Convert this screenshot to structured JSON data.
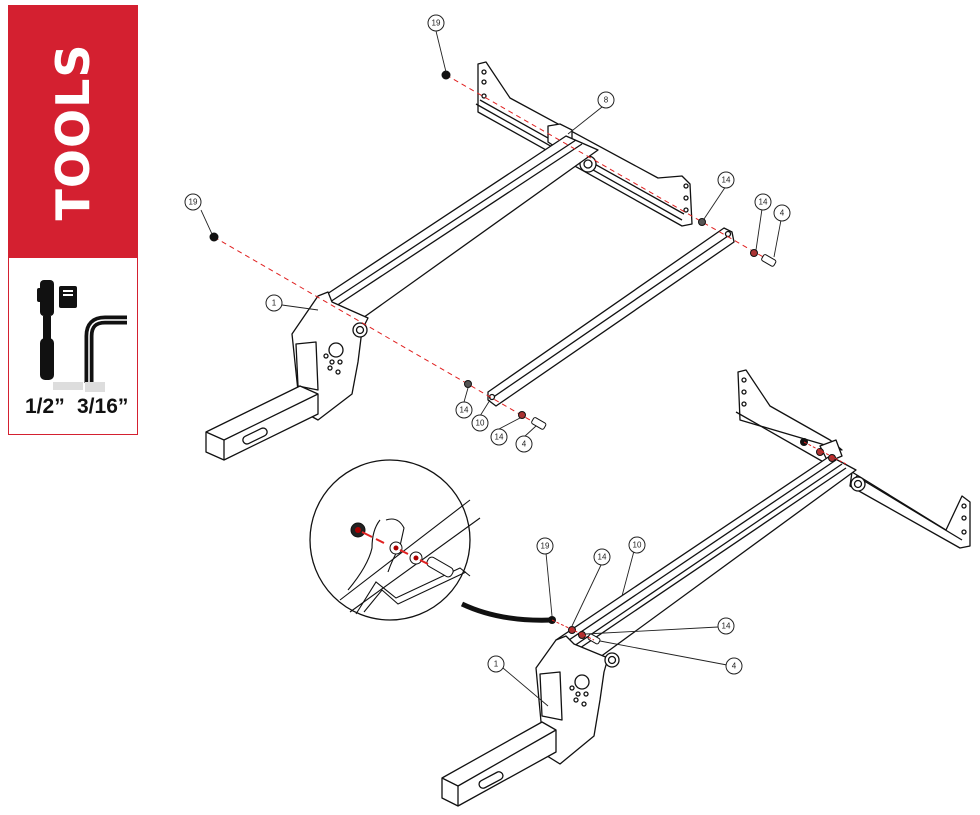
{
  "tools_panel": {
    "title": "TOOLS",
    "accent_color": "#d42030",
    "tools": [
      {
        "icon": "ratchet-icon",
        "size": "1/2”"
      },
      {
        "icon": "hex-key-icon",
        "size": "3/16”"
      }
    ]
  },
  "diagram": {
    "upper_assembly": {
      "callouts": [
        {
          "id": "c19a",
          "label": "19"
        },
        {
          "id": "c19b",
          "label": "19"
        },
        {
          "id": "c8",
          "label": "8"
        },
        {
          "id": "c14a",
          "label": "14"
        },
        {
          "id": "c14b",
          "label": "14"
        },
        {
          "id": "c4a",
          "label": "4"
        },
        {
          "id": "c1",
          "label": "1"
        },
        {
          "id": "c14c",
          "label": "14"
        },
        {
          "id": "c10",
          "label": "10"
        },
        {
          "id": "c14d",
          "label": "14"
        },
        {
          "id": "c4b",
          "label": "4"
        }
      ]
    },
    "lower_assembly": {
      "callouts": [
        {
          "id": "d19",
          "label": "19"
        },
        {
          "id": "d14a",
          "label": "14"
        },
        {
          "id": "d10",
          "label": "10"
        },
        {
          "id": "d14b",
          "label": "14"
        },
        {
          "id": "d4",
          "label": "4"
        },
        {
          "id": "d1",
          "label": "1"
        }
      ]
    },
    "detail_view": {
      "label": "detail-magnifier"
    },
    "explode_line_color": "#e02020"
  }
}
